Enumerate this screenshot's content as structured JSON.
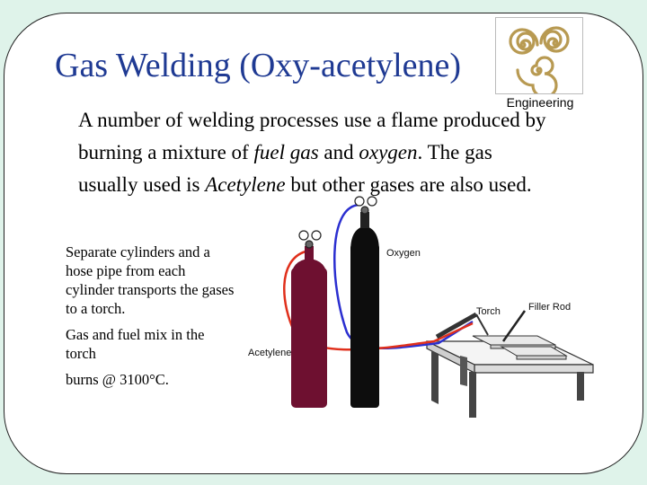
{
  "slide": {
    "title": "Gas Welding (Oxy-acetylene)",
    "logo_caption": "Engineering",
    "intro": {
      "text_1": "A number of welding processes use a flame produced by burning a mixture of ",
      "fuel_gas": "fuel gas",
      "text_2": " and ",
      "oxygen": "oxygen",
      "text_3": ". The gas usually used is ",
      "acetylene": "Acetylene",
      "text_4": " but other gases are also used."
    },
    "notes": [
      "Separate cylinders and a hose pipe from each cylinder transports the gases to a torch.",
      "Gas and fuel mix in the torch",
      "burns @ 3100°C."
    ]
  },
  "diagram": {
    "labels": {
      "oxygen": "Oxygen",
      "acetylene": "Acetylene",
      "torch": "Torch",
      "filler_rod": "Filler Rod"
    },
    "colors": {
      "acetylene_cylinder": "#6e1030",
      "oxygen_cylinder": "#0d0d0d",
      "acetylene_hose": "#e0301c",
      "oxygen_hose": "#2b2fd0",
      "title": "#1f3a93",
      "logo_spiral": "#b89a52"
    },
    "icons": [
      "pressure-gauge-icon",
      "triple-spiral-logo-icon"
    ]
  }
}
